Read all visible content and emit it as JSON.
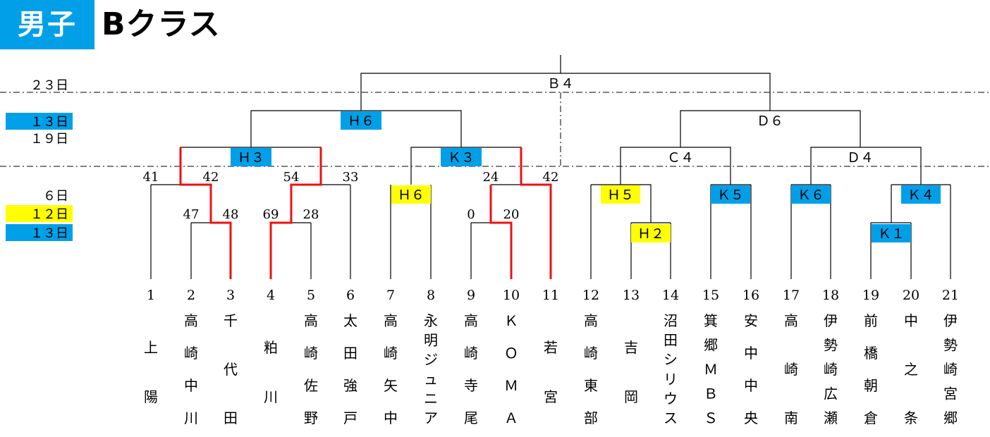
{
  "header": {
    "badge": "男子",
    "title": "Bクラス"
  },
  "colors": {
    "blue": "#00a0e9",
    "yellow": "#ffff00",
    "win": "#ee1111",
    "line": "#000000"
  },
  "dates": [
    {
      "label": "２３日",
      "color": ""
    },
    {
      "label": "１３日",
      "color": "blue"
    },
    {
      "label": "１９日",
      "color": ""
    },
    {
      "label": "６日",
      "color": ""
    },
    {
      "label": "１２日",
      "color": "yellow"
    },
    {
      "label": "１３日",
      "color": "blue"
    }
  ],
  "teams": [
    {
      "num": "1",
      "name": "上陽"
    },
    {
      "num": "2",
      "name": "高崎中川"
    },
    {
      "num": "3",
      "name": "千代田"
    },
    {
      "num": "4",
      "name": "粕川"
    },
    {
      "num": "5",
      "name": "高崎佐野"
    },
    {
      "num": "6",
      "name": "太田強戸"
    },
    {
      "num": "7",
      "name": "高崎矢中"
    },
    {
      "num": "8",
      "name": "永明ジュニア"
    },
    {
      "num": "9",
      "name": "高崎寺尾"
    },
    {
      "num": "10",
      "name": "ＫＯＭＡ"
    },
    {
      "num": "11",
      "name": "若宮"
    },
    {
      "num": "12",
      "name": "高崎東部"
    },
    {
      "num": "13",
      "name": "吉岡"
    },
    {
      "num": "14",
      "name": "沼田シリウス"
    },
    {
      "num": "15",
      "name": "箕郷ＭＢＳ"
    },
    {
      "num": "16",
      "name": "安中中央"
    },
    {
      "num": "17",
      "name": "高崎南"
    },
    {
      "num": "18",
      "name": "伊勢崎広瀬"
    },
    {
      "num": "19",
      "name": "前橋朝倉"
    },
    {
      "num": "20",
      "name": "中之条"
    },
    {
      "num": "21",
      "name": "伊勢崎宮郷"
    }
  ],
  "courts": [
    {
      "label": "Ｈ５",
      "color": "yellow"
    },
    {
      "label": "Ｈ２",
      "color": "yellow"
    },
    {
      "label": "Ｈ６",
      "color": "yellow"
    },
    {
      "label": "Ｋ５",
      "color": "blue"
    },
    {
      "label": "Ｋ６",
      "color": "blue"
    },
    {
      "label": "Ｋ４",
      "color": "blue"
    },
    {
      "label": "Ｋ１",
      "color": "blue"
    },
    {
      "label": "Ｈ３",
      "color": "blue"
    },
    {
      "label": "Ｋ３",
      "color": "blue"
    },
    {
      "label": "Ｈ６",
      "color": "blue"
    },
    {
      "label": "Ｃ４",
      "color": ""
    },
    {
      "label": "Ｄ４",
      "color": ""
    },
    {
      "label": "Ｄ６",
      "color": ""
    },
    {
      "label": "Ｂ４",
      "color": ""
    }
  ],
  "scores": [
    "47",
    "48",
    "69",
    "28",
    "0",
    "20",
    "41",
    "42",
    "54",
    "33",
    "24",
    "42"
  ]
}
